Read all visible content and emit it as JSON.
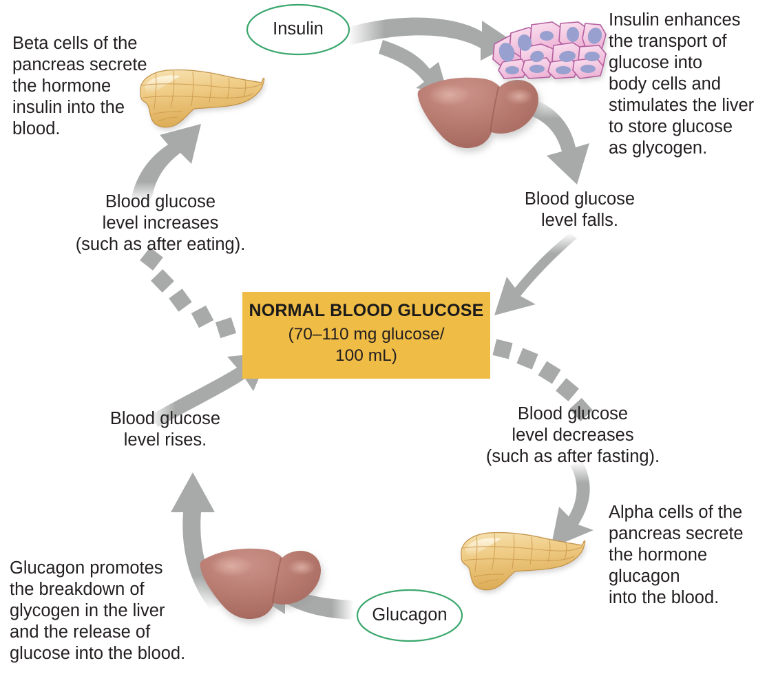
{
  "diagram": {
    "title": "Blood glucose homeostasis negative feedback loop",
    "colors": {
      "box_fill": "#efbc46",
      "arrow_gray": "#a7aaa8",
      "ellipse_stroke": "#3aa76d",
      "text": "#231f20",
      "liver": "#b5736a",
      "pancreas": "#e9c374",
      "body_cells_fill": "#f3c4dd",
      "body_cells_nucleus": "#9aa3d0",
      "background": "#ffffff"
    },
    "center_box": {
      "title": "NORMAL BLOOD GLUCOSE",
      "subtitle": "(70–110 mg glucose/\n100 mL)"
    },
    "hormone_labels": [
      {
        "id": "insulin",
        "text": "Insulin"
      },
      {
        "id": "glucagon",
        "text": "Glucagon"
      }
    ],
    "captions": [
      {
        "id": "beta-cells",
        "text": "Beta cells of the\npancreas secrete\nthe hormone\ninsulin into the\nblood."
      },
      {
        "id": "insulin-effects",
        "text": "Insulin enhances\nthe transport of\nglucose into\nbody cells and\nstimulates the liver\nto store glucose\nas glycogen."
      },
      {
        "id": "glucose-falls",
        "text": "Blood glucose\nlevel falls."
      },
      {
        "id": "glucose-increases",
        "text": "Blood glucose\nlevel increases\n(such as after eating)."
      },
      {
        "id": "glucose-decreases",
        "text": "Blood glucose\nlevel decreases\n(such as after fasting)."
      },
      {
        "id": "alpha-cells",
        "text": "Alpha cells of the\npancreas secrete\nthe hormone\nglucagon\ninto the blood."
      },
      {
        "id": "glucose-rises",
        "text": "Blood glucose\nlevel rises."
      },
      {
        "id": "glucagon-effects",
        "text": "Glucagon promotes\nthe breakdown of\nglycogen in the liver\nand the release of\nglucose into the blood."
      }
    ],
    "organs": [
      {
        "id": "pancreas-top",
        "name": "pancreas-illustration"
      },
      {
        "id": "liver-top",
        "name": "liver-illustration"
      },
      {
        "id": "body-cells",
        "name": "body-cells-illustration"
      },
      {
        "id": "pancreas-bottom",
        "name": "pancreas-illustration"
      },
      {
        "id": "liver-bottom",
        "name": "liver-illustration"
      }
    ],
    "arrows": [
      {
        "id": "insulin-to-cells",
        "style": "solid"
      },
      {
        "id": "insulin-to-liver",
        "style": "solid"
      },
      {
        "id": "cells-to-falls",
        "style": "solid"
      },
      {
        "id": "falls-to-box",
        "style": "solid"
      },
      {
        "id": "box-to-decreases",
        "style": "dashed"
      },
      {
        "id": "decreases-to-pancreas",
        "style": "solid"
      },
      {
        "id": "glucagon-to-liver",
        "style": "solid"
      },
      {
        "id": "liver-to-rises",
        "style": "solid"
      },
      {
        "id": "rises-to-box",
        "style": "solid"
      },
      {
        "id": "box-to-increases",
        "style": "dashed"
      },
      {
        "id": "increases-to-pancreas",
        "style": "solid"
      }
    ]
  }
}
